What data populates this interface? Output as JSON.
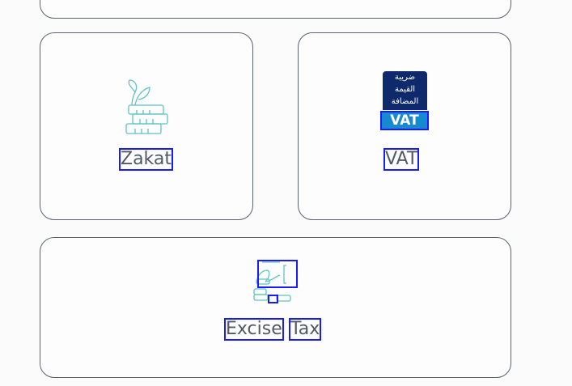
{
  "cards": [
    {
      "id": "zakat",
      "label": "Zakat",
      "icon": "plant-coins-icon"
    },
    {
      "id": "vat",
      "label": "VAT",
      "icon": "vat-logo-icon",
      "logo_text": {
        "arabic_lines": [
          "ضريبة",
          "القيمة",
          "المضافة"
        ],
        "latin": "VAT"
      }
    },
    {
      "id": "excise",
      "label_words": [
        "Excise",
        "Tax"
      ],
      "icon": "hand-coins-icon"
    }
  ],
  "colors": {
    "icon_teal": "#5ec3c3",
    "vat_navy": "#0f2a6b",
    "vat_blue": "#1689d0",
    "text": "#525a66",
    "border": "#5b6270"
  }
}
